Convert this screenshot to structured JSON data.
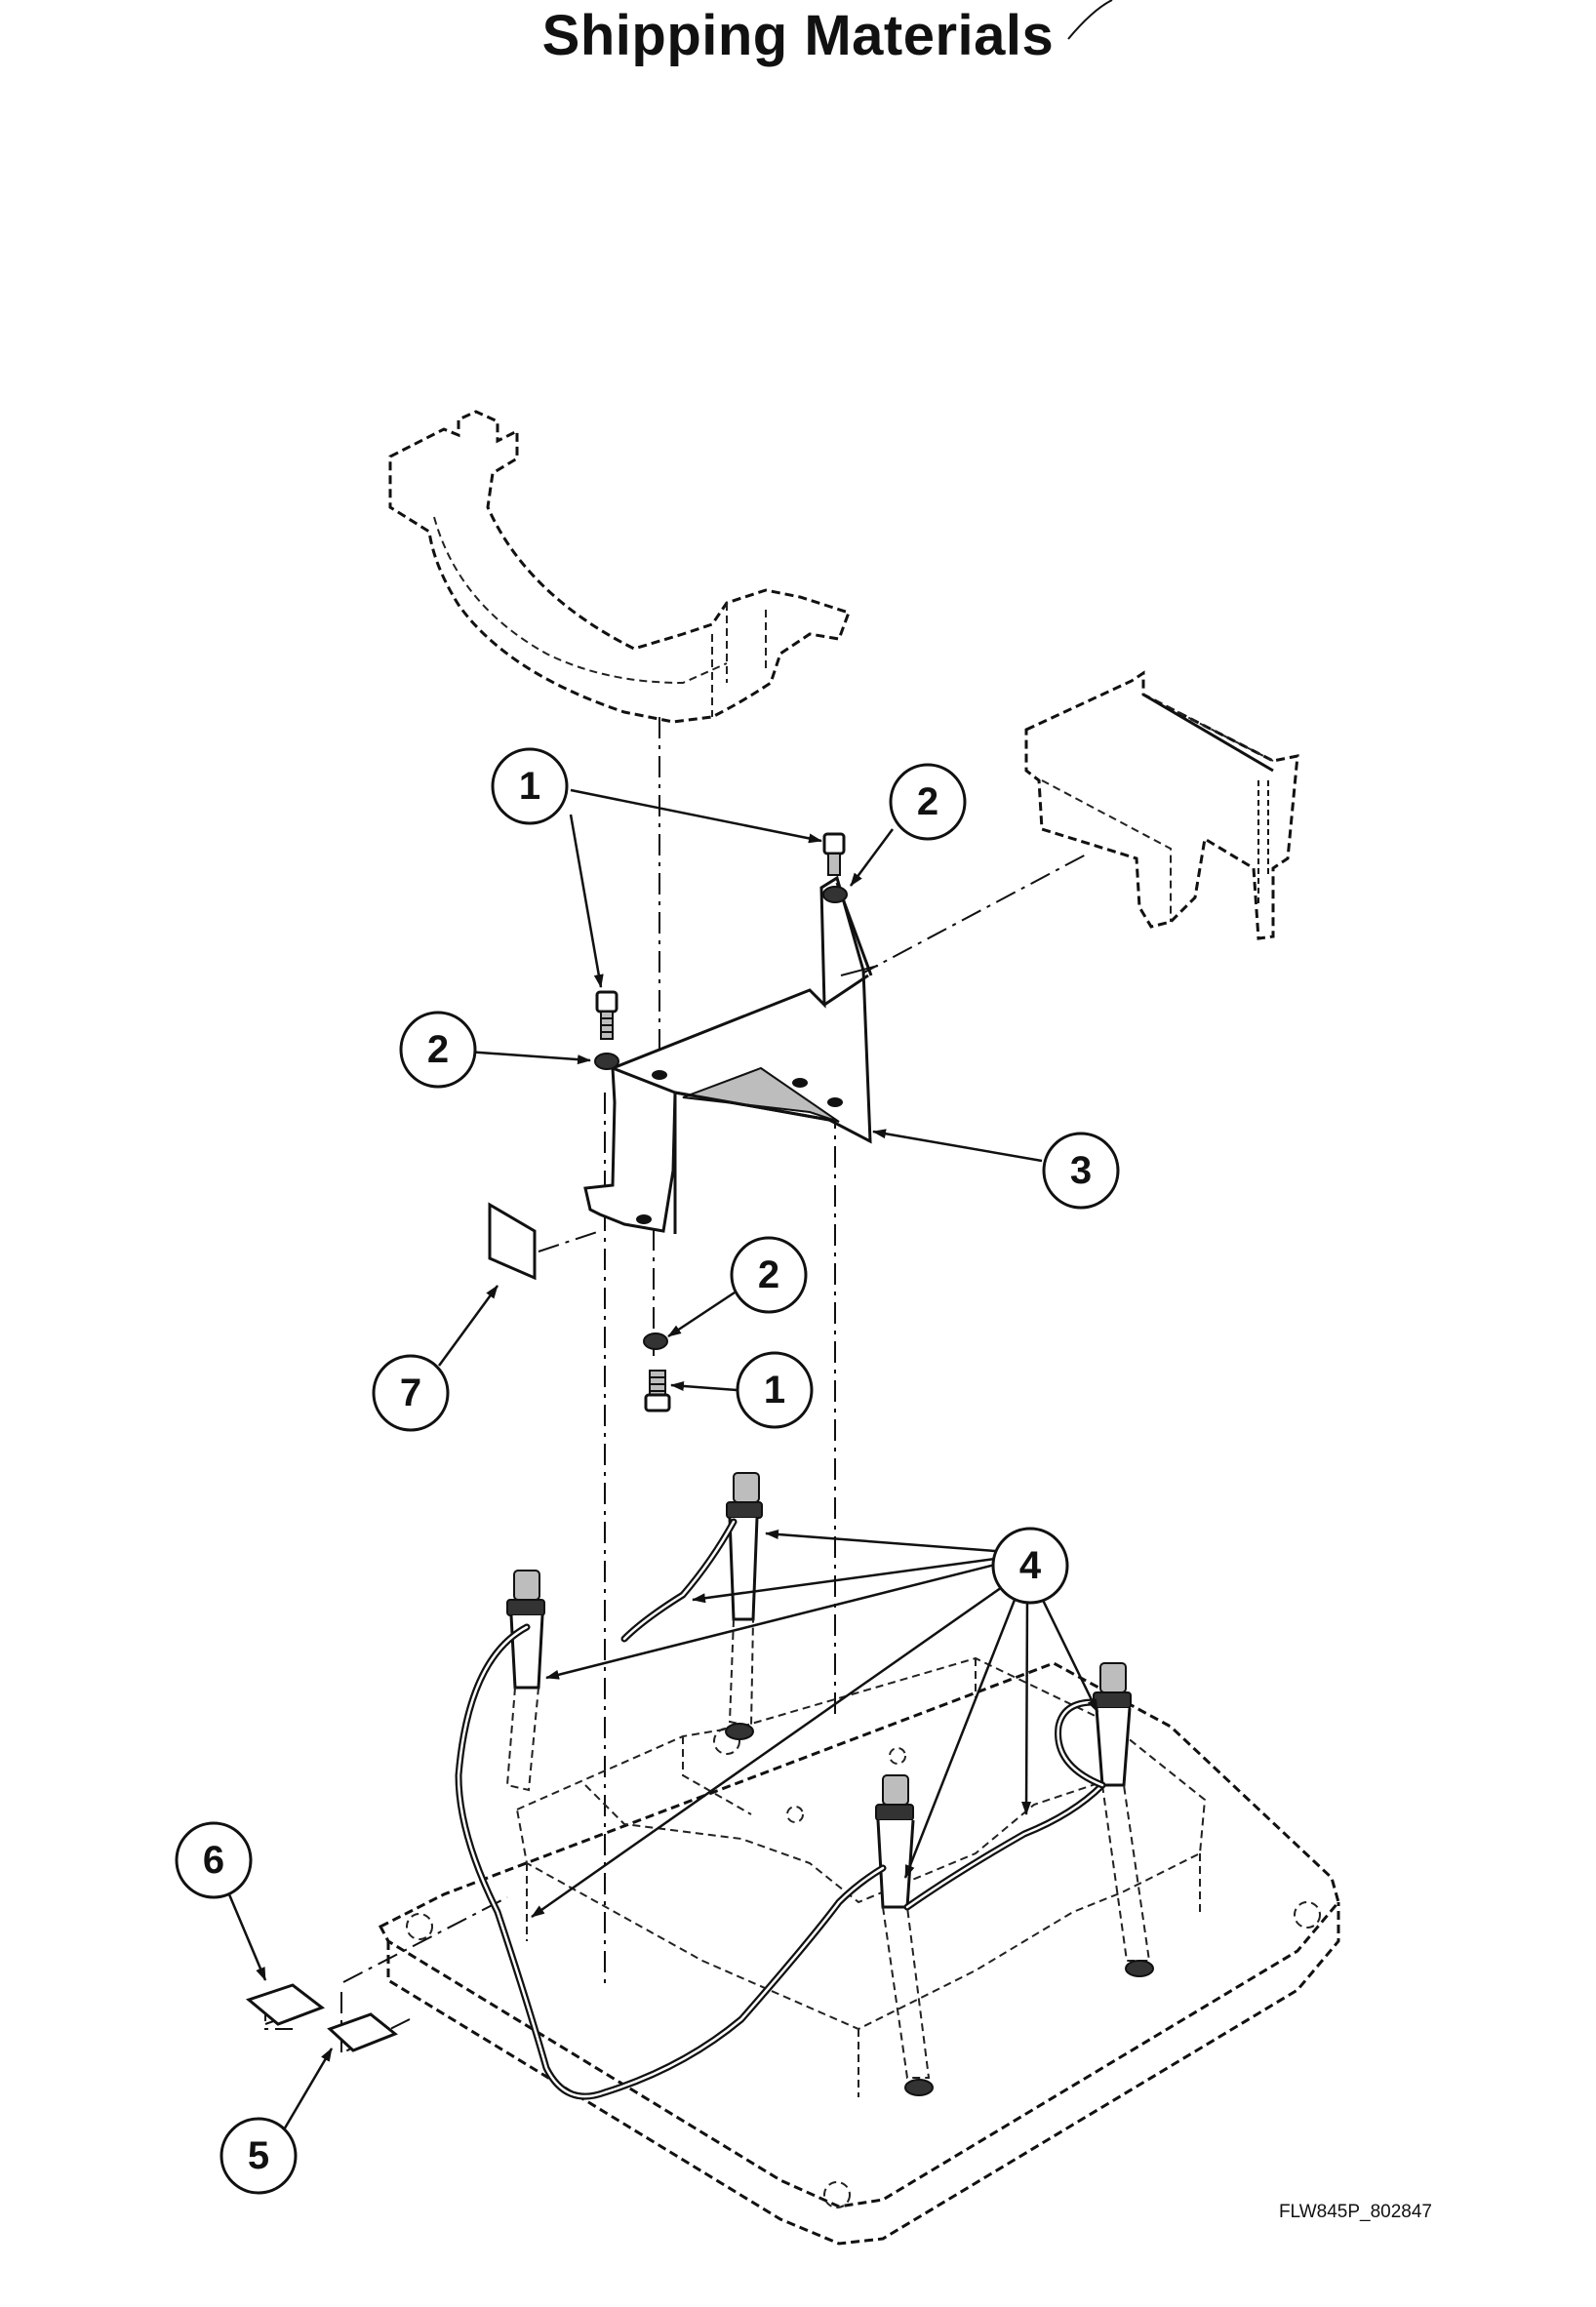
{
  "title": "Shipping Materials",
  "figure_code": "FLW845P_802847",
  "callouts": [
    {
      "label": "1"
    },
    {
      "label": "2"
    },
    {
      "label": "2"
    },
    {
      "label": "3"
    },
    {
      "label": "2"
    },
    {
      "label": "1"
    },
    {
      "label": "7"
    },
    {
      "label": "4"
    },
    {
      "label": "6"
    },
    {
      "label": "5"
    }
  ],
  "icons": [
    "bolt-icon",
    "nut-icon"
  ]
}
